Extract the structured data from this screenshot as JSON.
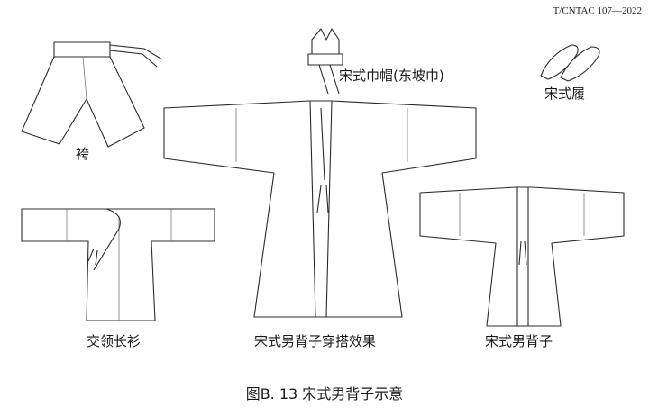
{
  "header": {
    "standard_code": "T/CNTAC 107—2022"
  },
  "figure": {
    "caption": "图B. 13  宋式男背子示意",
    "items": {
      "trousers": "袴",
      "hat": "宋式巾帽(东坡巾)",
      "shoes": "宋式履",
      "robe": "交领长衫",
      "outfit": "宋式男背子穿搭效果",
      "beizi": "宋式男背子"
    }
  }
}
